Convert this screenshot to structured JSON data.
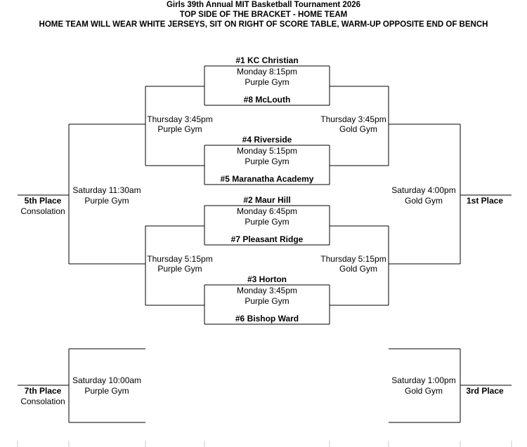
{
  "header": {
    "title": "Girls 39th Annual MIT Basketball Tournament 2026",
    "subtitle": "TOP SIDE OF THE BRACKET - HOME TEAM",
    "note": "HOME TEAM WILL WEAR WHITE JERSEYS, SIT ON RIGHT OF SCORE TABLE, WARM-UP OPPOSITE END OF BENCH"
  },
  "first_round": [
    {
      "home": "#1 KC Christian",
      "time": "Monday 8:15pm",
      "gym": "Purple Gym",
      "away": "#8 McLouth"
    },
    {
      "home": "#4 Riverside",
      "time": "Monday 5:15pm",
      "gym": "Purple Gym",
      "away": "#5 Maranatha Academy"
    },
    {
      "home": "#2 Maur Hill",
      "time": "Monday 6:45pm",
      "gym": "Purple Gym",
      "away": "#7 Pleasant Ridge"
    },
    {
      "home": "#3 Horton",
      "time": "Monday 3:45pm",
      "gym": "Purple Gym",
      "away": "#6 Bishop Ward"
    }
  ],
  "consolation_semis": [
    {
      "time": "Thursday 3:45pm",
      "gym": "Purple Gym"
    },
    {
      "time": "Thursday 5:15pm",
      "gym": "Purple Gym"
    }
  ],
  "semis": [
    {
      "time": "Thursday 3:45pm",
      "gym": "Gold Gym"
    },
    {
      "time": "Thursday 5:15pm",
      "gym": "Gold Gym"
    }
  ],
  "fifth_place_game": {
    "time": "Saturday 11:30am",
    "gym": "Purple Gym"
  },
  "championship_game": {
    "time": "Saturday 4:00pm",
    "gym": "Gold Gym"
  },
  "seventh_place_game": {
    "time": "Saturday 10:00am",
    "gym": "Purple Gym"
  },
  "third_place_game": {
    "time": "Saturday 1:00pm",
    "gym": "Gold Gym"
  },
  "results": {
    "fifth": {
      "title": "5th Place",
      "sub": "Consolation"
    },
    "first": {
      "title": "1st Place"
    },
    "seventh": {
      "title": "7th Place",
      "sub": "Consolation"
    },
    "third": {
      "title": "3rd Place"
    }
  }
}
